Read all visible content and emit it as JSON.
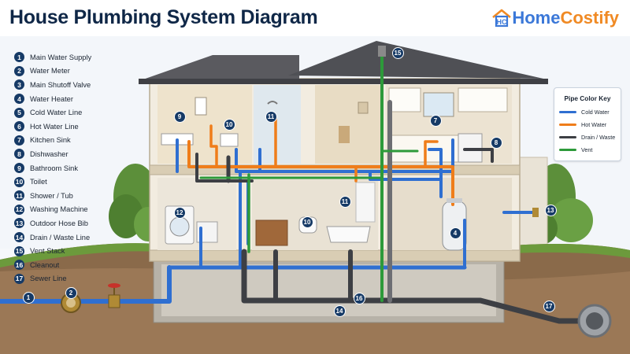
{
  "title": "House Plumbing System Diagram",
  "brand": {
    "name_part1": "Home",
    "name_part2": "Costify",
    "icon": "house-logo-icon"
  },
  "legend": [
    {
      "n": "1",
      "label": "Main Water Supply"
    },
    {
      "n": "2",
      "label": "Water Meter"
    },
    {
      "n": "3",
      "label": "Main Shutoff Valve"
    },
    {
      "n": "4",
      "label": "Water Heater"
    },
    {
      "n": "5",
      "label": "Cold Water Line"
    },
    {
      "n": "6",
      "label": "Hot Water Line"
    },
    {
      "n": "7",
      "label": "Kitchen Sink"
    },
    {
      "n": "8",
      "label": "Dishwasher"
    },
    {
      "n": "9",
      "label": "Bathroom Sink"
    },
    {
      "n": "10",
      "label": "Toilet"
    },
    {
      "n": "11",
      "label": "Shower / Tub"
    },
    {
      "n": "12",
      "label": "Washing Machine"
    },
    {
      "n": "13",
      "label": "Outdoor Hose Bib"
    },
    {
      "n": "14",
      "label": "Drain / Waste Line"
    },
    {
      "n": "15",
      "label": "Vent Stack"
    },
    {
      "n": "16",
      "label": "Cleanout"
    },
    {
      "n": "17",
      "label": "Sewer Line"
    }
  ],
  "pipe_key": {
    "title": "Pipe Color Key",
    "items": [
      {
        "label": "Cold Water",
        "color": "#2f6fd1"
      },
      {
        "label": "Hot Water",
        "color": "#ef7d1a"
      },
      {
        "label": "Drain / Waste",
        "color": "#3d3f44"
      },
      {
        "label": "Vent",
        "color": "#2d9a3a"
      }
    ]
  },
  "markers": {
    "m1": "1",
    "m2": "2",
    "m4": "4",
    "m7": "7",
    "m8": "8",
    "m9": "9",
    "m10a": "10",
    "m10b": "10",
    "m11a": "11",
    "m11b": "11",
    "m12": "12",
    "m13": "13",
    "m14": "14",
    "m15": "15",
    "m16": "16",
    "m17": "17"
  }
}
